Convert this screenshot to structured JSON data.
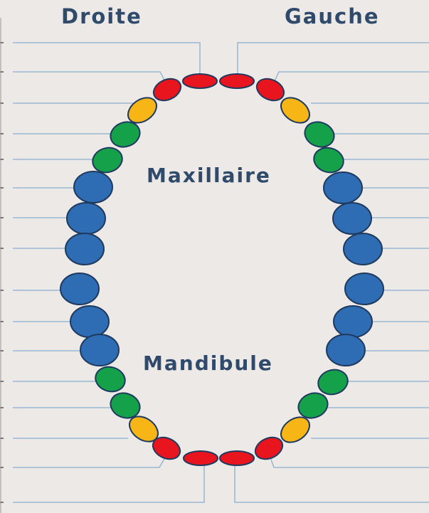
{
  "labels": {
    "right": "Droite",
    "left": "Gauche",
    "upper_jaw": "Maxillaire",
    "lower_jaw": "Mandibule"
  },
  "colors": {
    "background": "#ece9e7",
    "title_text": "#2f4a6b",
    "outline": "#1f3a5f",
    "leader_line": "#8aaed0",
    "incisor": "#e8141e",
    "canine": "#f7b516",
    "premolar": "#14a14a",
    "molar": "#2e6db3"
  },
  "tooth_types": {
    "incisor": "incisor",
    "canine": "canine",
    "premolar": "premolar",
    "molar": "molar"
  }
}
